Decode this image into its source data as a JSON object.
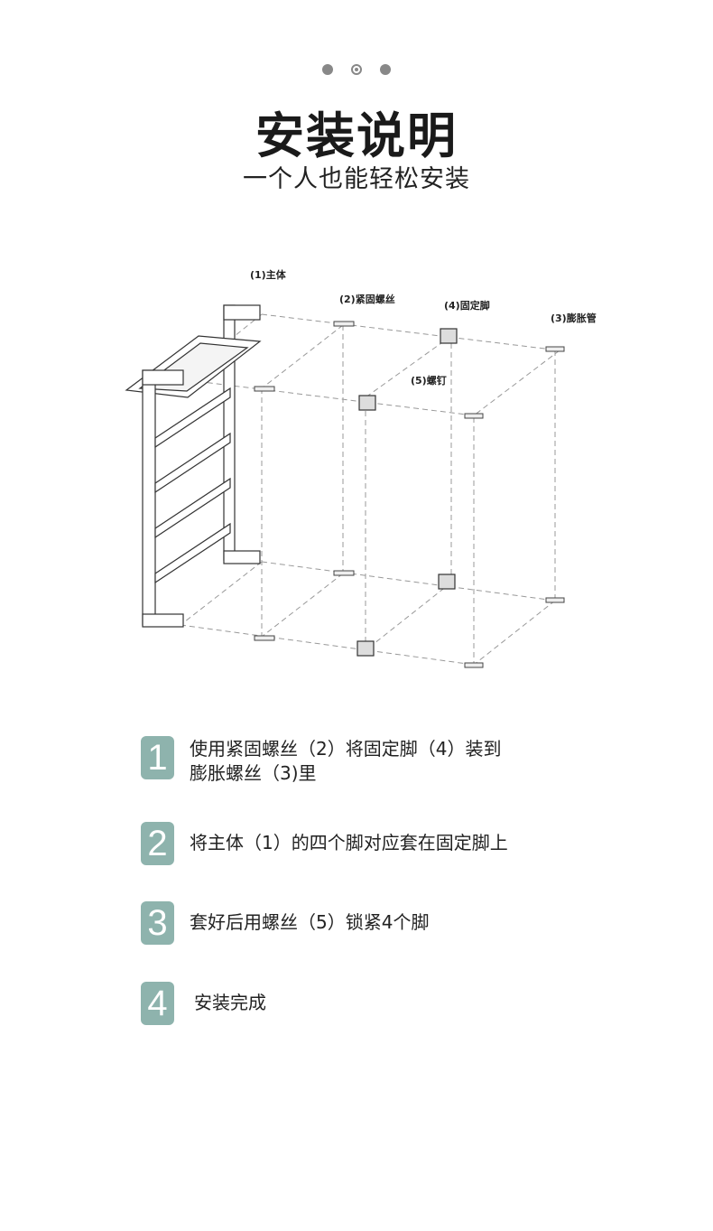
{
  "header": {
    "dots": [
      "dot-1",
      "dot-2",
      "dot-3"
    ],
    "active_dot": 1,
    "title": "安装说明",
    "subtitle": "一个人也能轻松安装"
  },
  "diagram": {
    "labels": {
      "main_body": "(1)主体",
      "tight_screw": "(2)紧固螺丝",
      "fixed_foot": "(4)固定脚",
      "expansion_tube": "(3)膨胀管",
      "screw": "(5)螺钉"
    }
  },
  "steps": [
    {
      "num": "1",
      "text": "使用紧固螺丝（2）将固定脚（4）装到\n膨胀螺丝（3)里"
    },
    {
      "num": "2",
      "text": "将主体（1）的四个脚对应套在固定脚上"
    },
    {
      "num": "3",
      "text": "套好后用螺丝（5）锁紧4个脚"
    },
    {
      "num": "4",
      "text": "安装完成"
    }
  ],
  "colors": {
    "badge": "#8eb3ad",
    "dot": "#888888"
  }
}
